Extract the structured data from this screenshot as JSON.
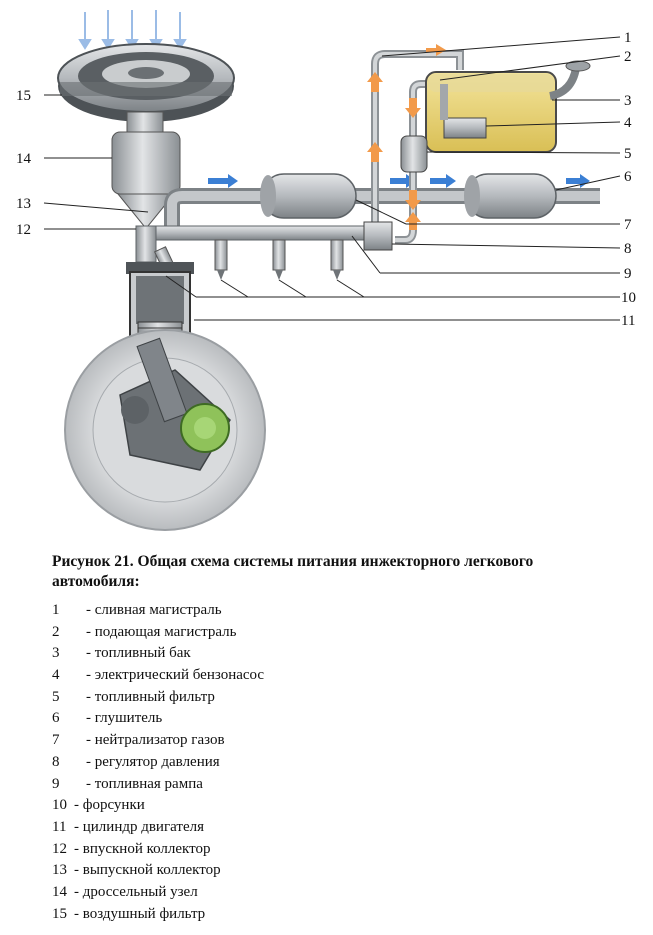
{
  "figure": {
    "caption": "Рисунок 21. Общая схема системы питания инжекторного легкового автомобиля:",
    "callouts": [
      "1",
      "2",
      "3",
      "4",
      "5",
      "6",
      "7",
      "8",
      "9",
      "10",
      "11",
      "12",
      "13",
      "14",
      "15"
    ],
    "legend": [
      {
        "num": "1",
        "text": "- сливная магистраль"
      },
      {
        "num": "2",
        "text": "- подающая магистраль"
      },
      {
        "num": "3",
        "text": "- топливный бак"
      },
      {
        "num": "4",
        "text": "- электрический бензонасос"
      },
      {
        "num": "5",
        "text": "- топливный фильтр"
      },
      {
        "num": "6",
        "text": "- глушитель"
      },
      {
        "num": "7",
        "text": "- нейтрализатор газов"
      },
      {
        "num": "8",
        "text": "- регулятор давления"
      },
      {
        "num": "9",
        "text": "- топливная рампа"
      },
      {
        "num": "10",
        "text": "- форсунки"
      },
      {
        "num": "11",
        "text": "- цилиндр двигателя"
      },
      {
        "num": "12",
        "text": "- впускной коллектор"
      },
      {
        "num": "13",
        "text": "- выпускной коллектор"
      },
      {
        "num": "14",
        "text": "- дроссельный узел"
      },
      {
        "num": "15",
        "text": "- воздушный фильтр"
      }
    ]
  },
  "colors": {
    "metal": "#b8bcc0",
    "metal_dark": "#6f7478",
    "fuel": "#e9d57a",
    "flow_arrow_blue": "#3b7fd4",
    "flow_arrow_orange": "#f29a4a",
    "piston_green": "#8fc25a"
  }
}
